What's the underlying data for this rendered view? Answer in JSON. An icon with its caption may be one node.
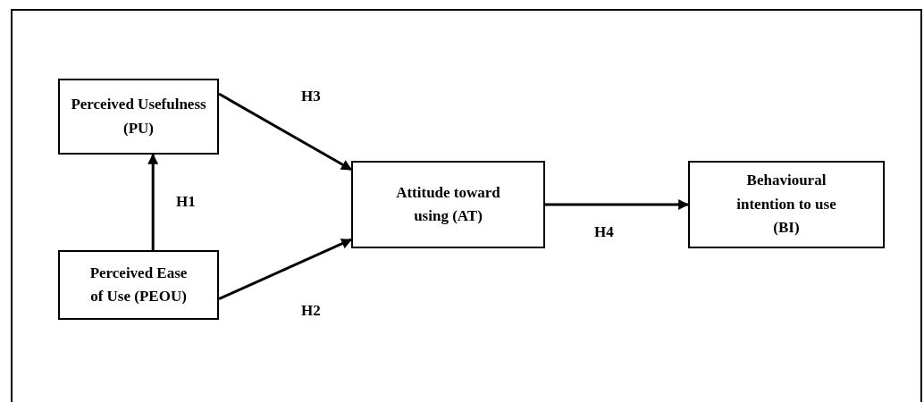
{
  "diagram": {
    "nodes": [
      {
        "text": [
          "Perceived Usefulness (PU)"
        ]
      },
      {
        "text": [
          "Perceived Ease of Use (PEOU)"
        ]
      },
      {
        "text": [
          "Attitude toward using (AT)"
        ]
      },
      {
        "text": [
          "Behavioural intention to use (BI)"
        ]
      }
    ],
    "edges": [
      {
        "from": 1,
        "to": 0,
        "arrow": "to",
        "label": "H1"
      },
      {
        "from": 0,
        "to": 2,
        "arrow": "to",
        "label": "H3"
      },
      {
        "from": 1,
        "to": 2,
        "arrow": "to",
        "label": "H2"
      },
      {
        "from": 2,
        "to": 3,
        "arrow": "to",
        "label": "H4"
      }
    ]
  }
}
